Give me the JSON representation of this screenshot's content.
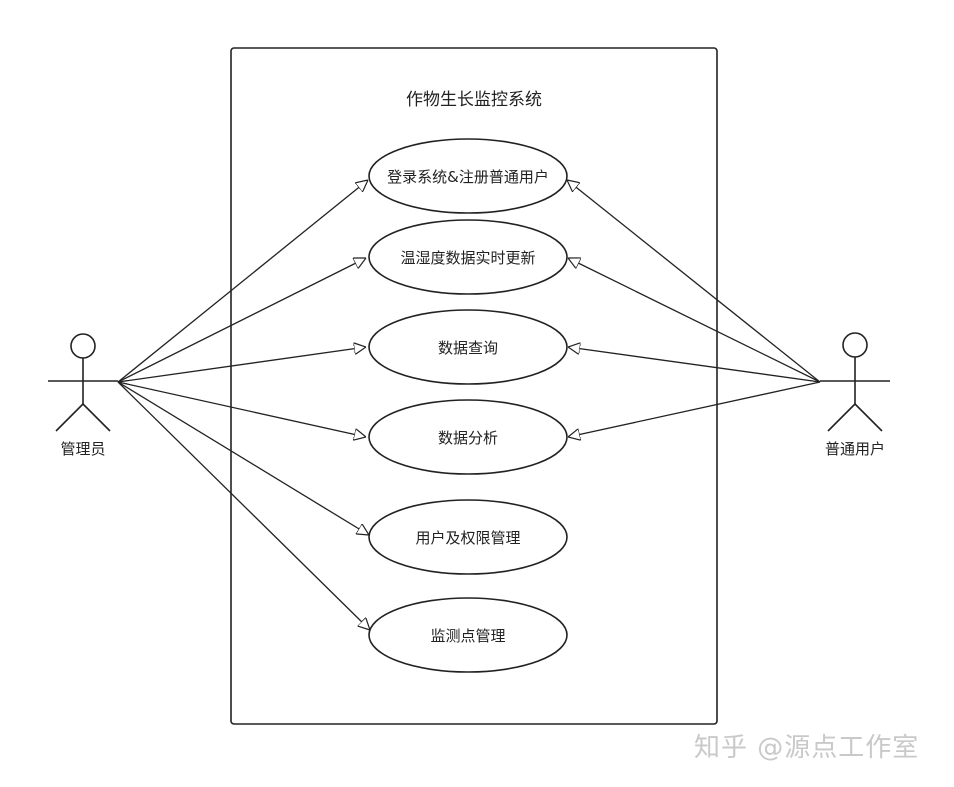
{
  "system": {
    "title": "作物生长监控系统"
  },
  "actors": {
    "admin": {
      "label": "管理员"
    },
    "user": {
      "label": "普通用户"
    }
  },
  "use_cases": [
    {
      "label": "登录系统&注册普通用户"
    },
    {
      "label": "温湿度数据实时更新"
    },
    {
      "label": "数据查询"
    },
    {
      "label": "数据分析"
    },
    {
      "label": "用户及权限管理"
    },
    {
      "label": "监测点管理"
    }
  ],
  "watermark": "知乎 @源点工作室"
}
